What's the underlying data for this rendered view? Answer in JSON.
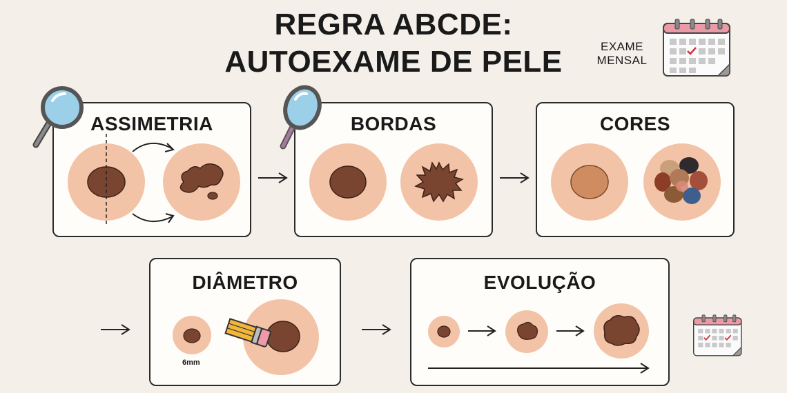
{
  "title": {
    "line1": "REGRA ABCDE:",
    "line2": "AUTOEXAME DE PELE"
  },
  "exam_label": {
    "line1": "EXAME",
    "line2": "MENSAL"
  },
  "cards": {
    "a": "ASSIMETRIA",
    "b": "BORDAS",
    "c": "CORES",
    "d": "DIÂMETRO",
    "e": "EVOLUÇÃO"
  },
  "diameter_label": "6mm",
  "icons": [
    "magnifier-icon",
    "hand-mirror-icon",
    "calendar-icon",
    "pencil-eraser-icon",
    "arrow-icon"
  ],
  "colors": {
    "skin": "#f2c3a7",
    "mole": "#7a4530",
    "mole_light": "#c98a5e",
    "stroke": "#2b2b2b"
  }
}
